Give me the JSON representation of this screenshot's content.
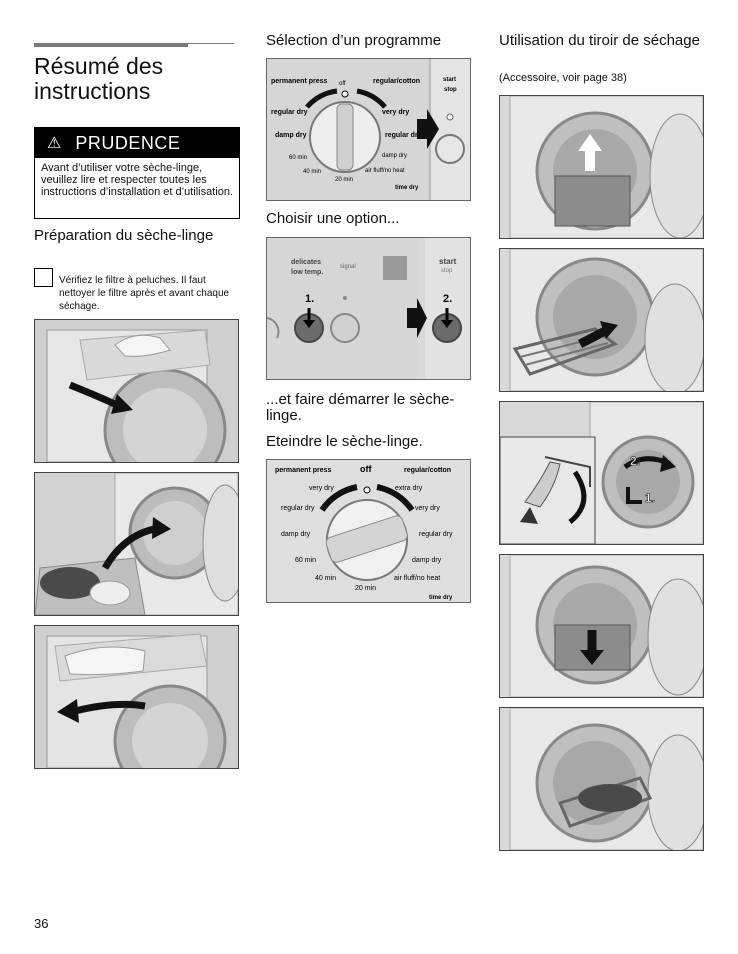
{
  "left": {
    "title": "Résumé des instructions",
    "caution_label": "PRUDENCE",
    "caution_text": "Avant d’utiliser votre sèche-linge, veuillez lire et respecter toutes les instructions d’installation et d’utilisation.",
    "section_title": "Préparation du sèche-linge",
    "check_text": "Vérifiez le filtre à peluches. Il faut nettoyer le filtre après et avant chaque séchage."
  },
  "middle": {
    "heading1": "Sélection d’un programme",
    "heading2": "Choisir une option...",
    "heading3": "...et faire démarrer le sèche-linge.",
    "heading4": "Eteindre le sèche-linge.",
    "dial": {
      "permanent_press": "permanent press",
      "off": "off",
      "regular_cotton": "regular/cotton",
      "very_dry": "very dry",
      "extra_dry": "extra dry",
      "regular_dry": "regular dry",
      "damp_dry": "damp dry",
      "min60": "60 min",
      "min40": "40 min",
      "min20": "20 min",
      "air_fluff": "air fluff/no heat",
      "time_dry": "time dry",
      "start": "start",
      "stop": "stop"
    },
    "option": {
      "delicates": "delicates",
      "low_temp": "low temp.",
      "signal": "signal",
      "step1": "1.",
      "step2": "2."
    }
  },
  "right": {
    "heading": "Utilisation du tiroir de séchage",
    "subheading": "(Accessoire, voir page 38)",
    "step1": "1.",
    "step2": "2."
  },
  "page_number": "36"
}
